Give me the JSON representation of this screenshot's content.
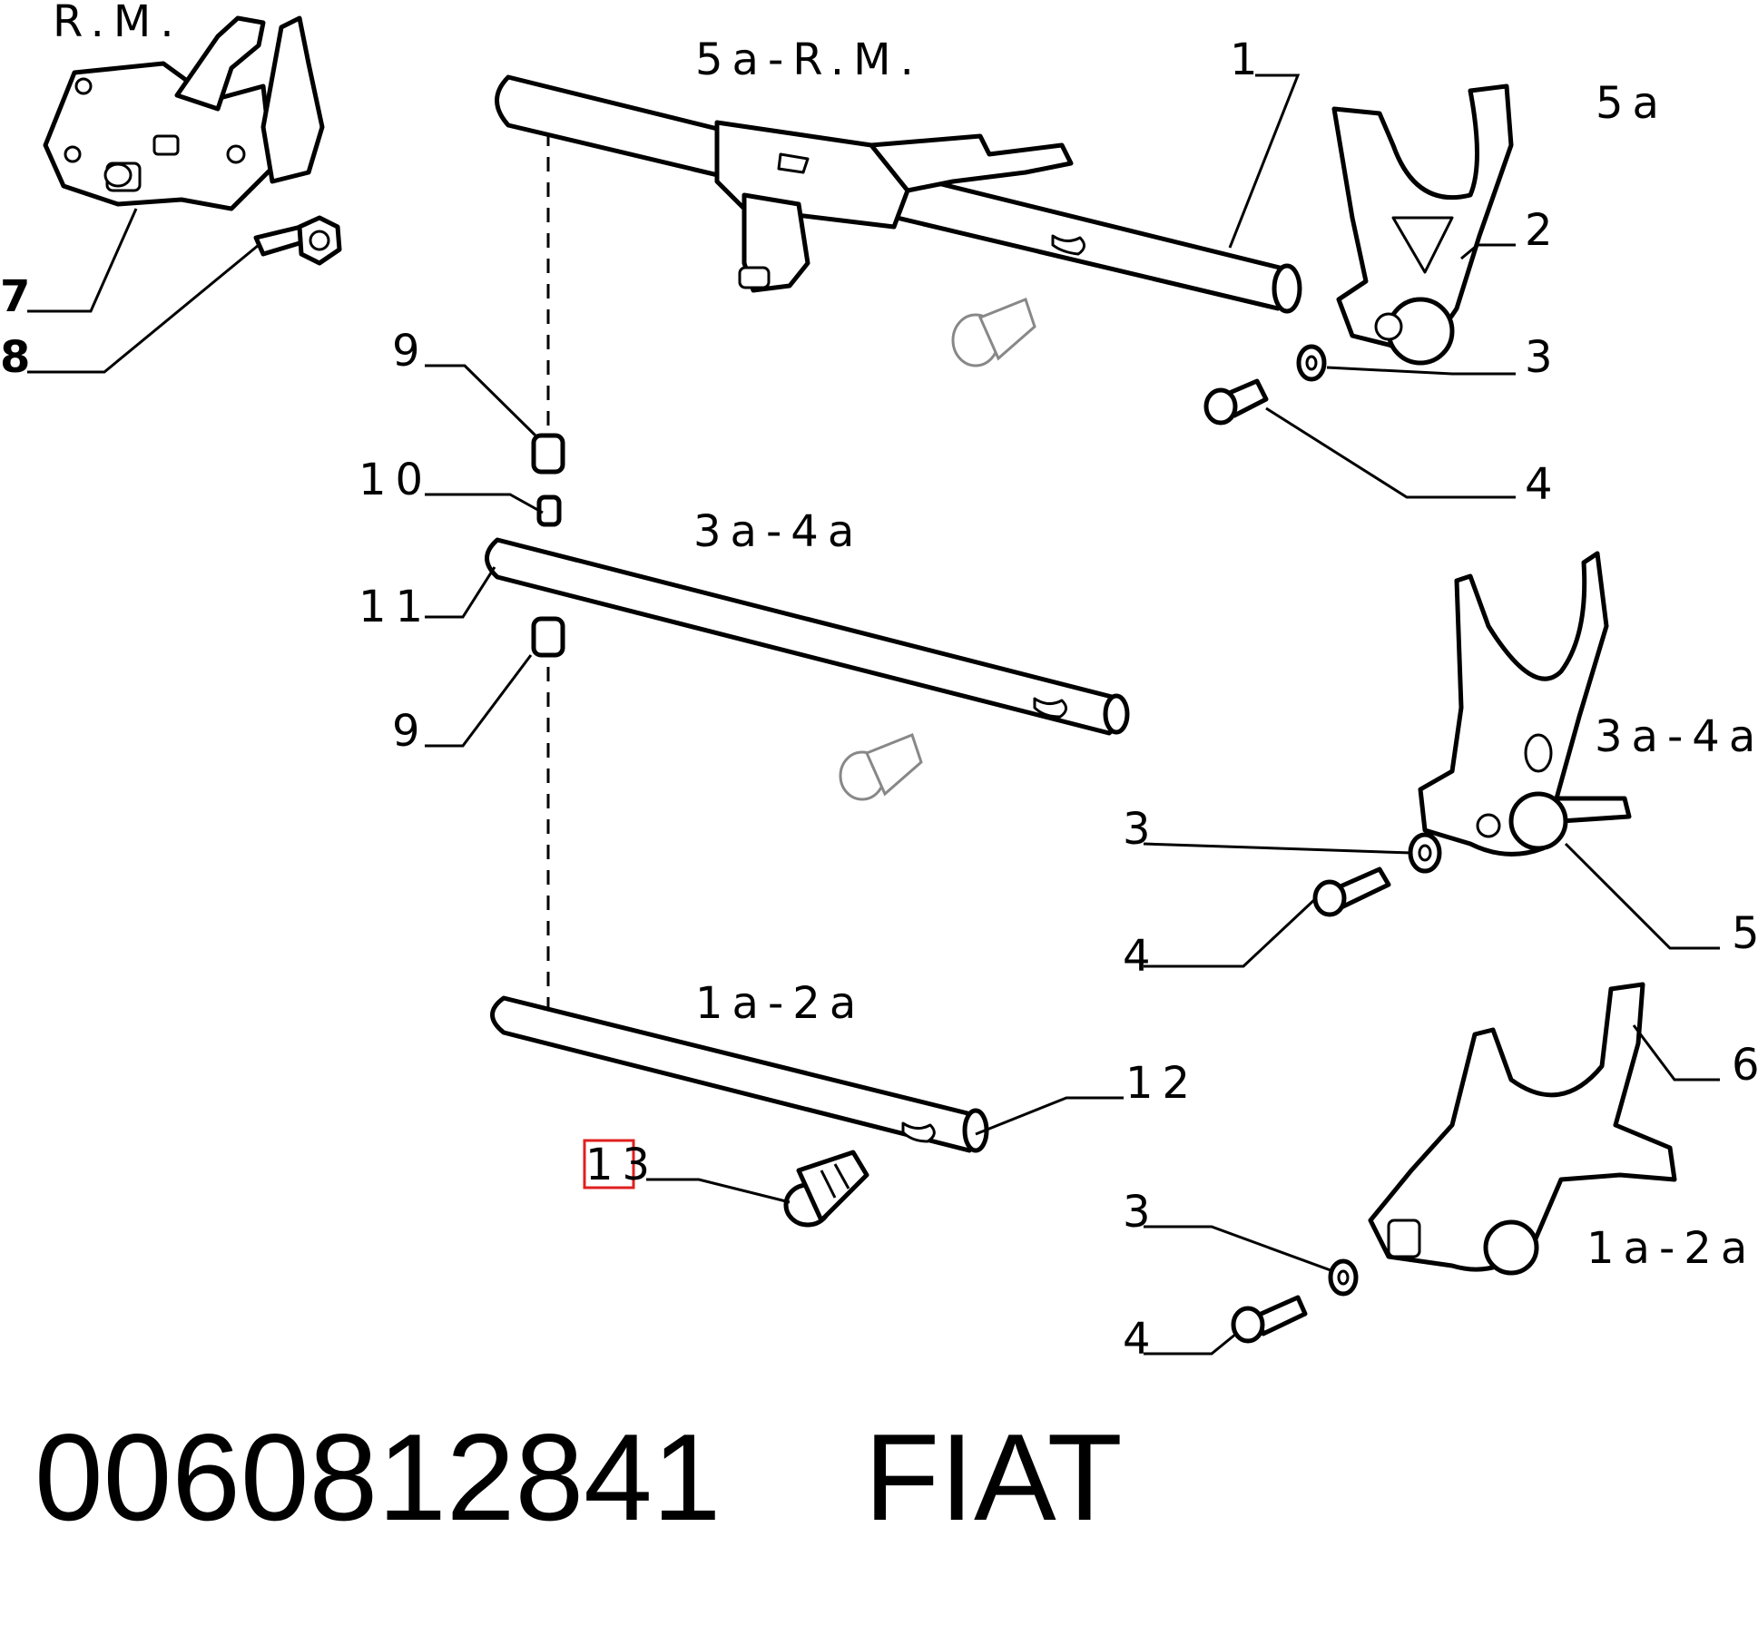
{
  "footer": {
    "part_number": "0060812841",
    "brand": "FIAT"
  },
  "labels": {
    "rm_top": "R.M.",
    "shaft_5a_rm": "5a-R.M.",
    "fork_5a": "5a",
    "shaft_3a_4a": "3a-4a",
    "fork_3a_4a": "3a-4a",
    "shaft_1a_2a": "1a-2a",
    "fork_1a_2a": "1a-2a",
    "n1": "1",
    "n2": "2",
    "n3_a": "3",
    "n4_a": "4",
    "n3_b": "3",
    "n4_b": "4",
    "n5": "5",
    "n6": "6",
    "n3_c": "3",
    "n4_c": "4",
    "n7": "7",
    "n8": "8",
    "n9_a": "9",
    "n10": "10",
    "n11": "11",
    "n9_b": "9",
    "n12": "12",
    "n13": "13"
  },
  "highlight": {
    "color": "#e02020",
    "target": "13"
  }
}
